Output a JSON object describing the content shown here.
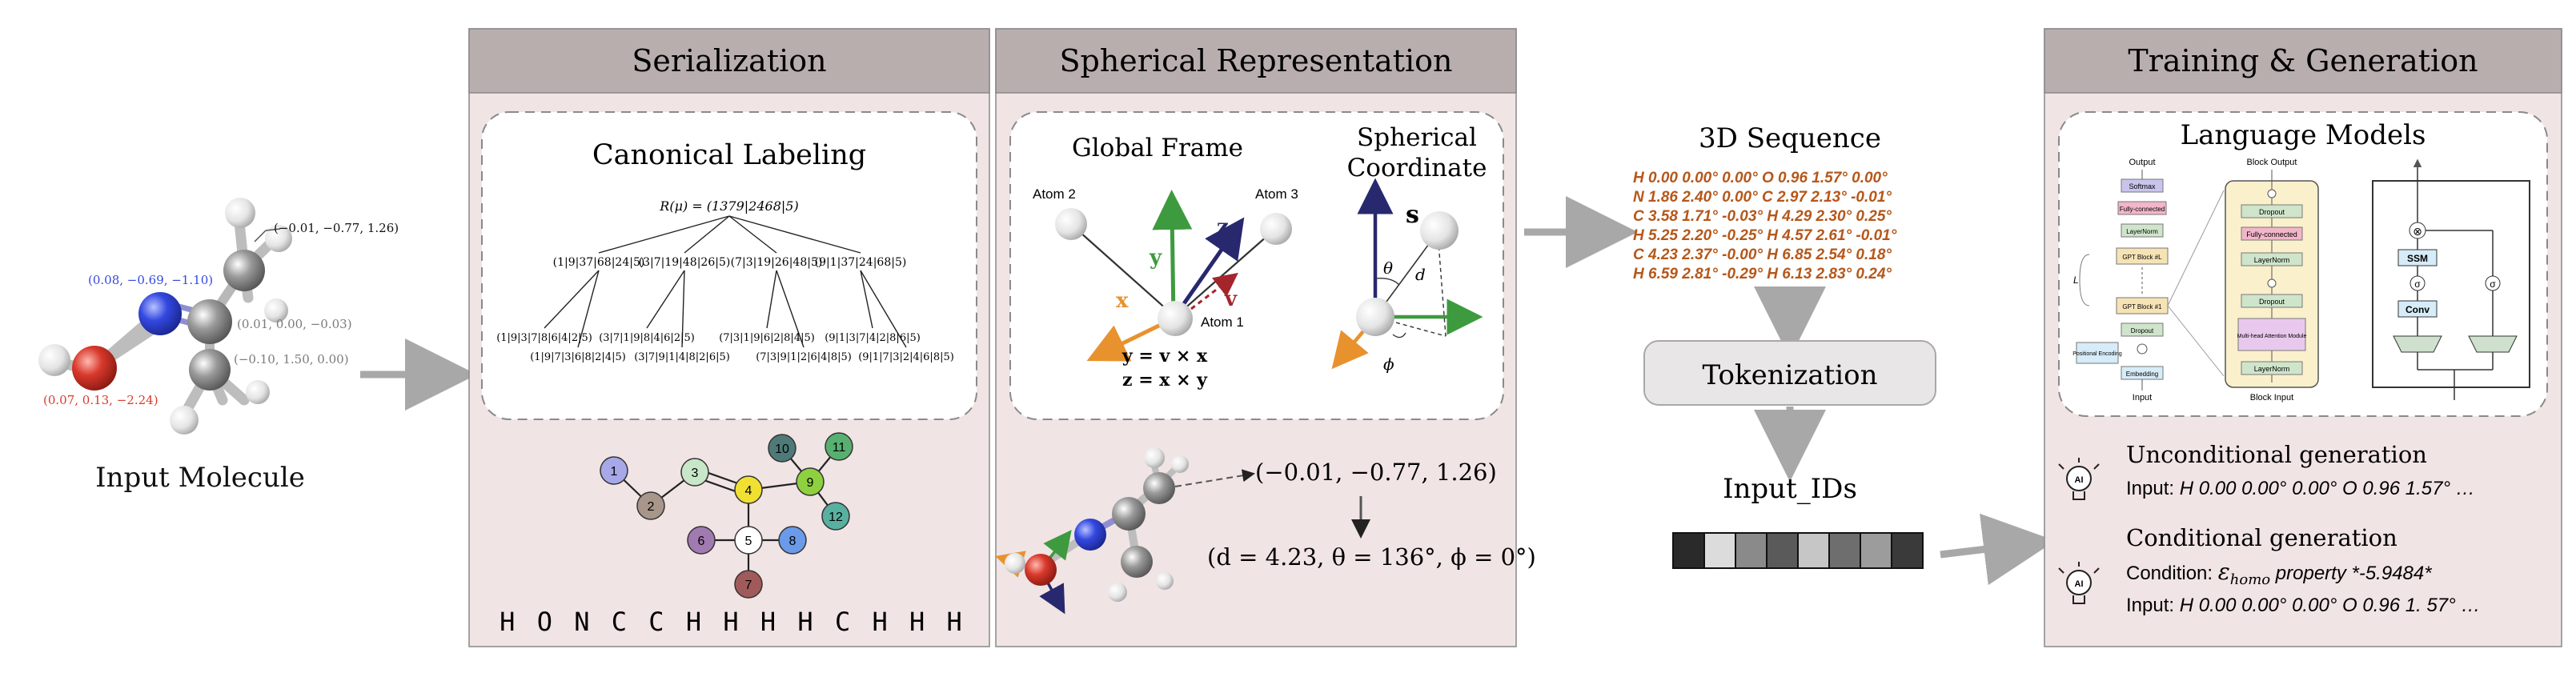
{
  "input_molecule": {
    "title": "Input Molecule",
    "coord_1": "(−0.01, −0.77, 1.26)",
    "coord_2": "(0.08, −0.69, −1.10)",
    "coord_3": "(0.01, 0.00, −0.03)",
    "coord_4": "(−0.10, 1.50, 0.00)",
    "coord_5": "(0.07, 0.13, −2.24)"
  },
  "serialization": {
    "header": "Serialization",
    "canonical_title": "Canonical Labeling",
    "root": "R(μ) = (1379|2468|5)",
    "level1": [
      "(1|9|37|68|24|5)",
      "(3|7|19|48|26|5)",
      "(7|3|19|26|48|5)",
      "(9|1|37|24|68|5)"
    ],
    "level2": [
      "(1|9|3|7|8|6|4|2|5)",
      "(1|9|7|3|6|8|2|4|5)",
      "(3|7|1|9|8|4|6|2|5)",
      "(3|7|9|1|4|8|2|6|5)",
      "(7|3|1|9|6|2|8|4|5)",
      "(7|3|9|1|2|6|4|8|5)",
      "(9|1|3|7|4|2|8|6|5)",
      "(9|1|7|3|2|4|6|8|5)"
    ],
    "nodes": [
      "1",
      "2",
      "3",
      "4",
      "5",
      "6",
      "7",
      "8",
      "9",
      "10",
      "11",
      "12"
    ],
    "atom_sequence": "H O N C C H H H H C H H H"
  },
  "spherical": {
    "header": "Spherical Representation",
    "global_frame_title": "Global Frame",
    "spherical_title_1": "Spherical",
    "spherical_title_2": "Coordinate",
    "atom2": "Atom 2",
    "atom3": "Atom 3",
    "atom1": "Atom 1",
    "axis_x": "x",
    "axis_y": "y",
    "axis_z": "z",
    "axis_v": "v",
    "eq1": "y = v × x",
    "eq2": "z = x × y",
    "s_label": "s",
    "theta": "θ",
    "d": "d",
    "phi": "ϕ",
    "cartesian": "(−0.01, −0.77, 1.26)",
    "spherical_coord": "(d = 4.23, θ = 136°, ϕ = 0°)"
  },
  "sequence": {
    "title": "3D Sequence",
    "lines": [
      "H 0.00 0.00° 0.00° O 0.96 1.57° 0.00°",
      "N 1.86 2.40° 0.00° C 2.97 2.13° -0.01°",
      "C 3.58 1.71° -0.03° H 4.29 2.30° 0.25°",
      "H 5.25 2.20° -0.25° H 4.57 2.61° -0.01°",
      "C 4.23 2.37° -0.00° H 6.85 2.54° 0.18°",
      "H 6.59 2.81° -0.29° H 6.13 2.83° 0.24°"
    ],
    "tokenization": "Tokenization",
    "input_ids": "Input_IDs"
  },
  "training": {
    "header": "Training & Generation",
    "lm_title": "Language Models",
    "arch": {
      "output": "Output",
      "softmax": "Softmax",
      "fully_connected": "Fully-connected",
      "layernorm": "LayerNorm",
      "gpt_block_l": "GPT Block #L",
      "gpt_block_1": "GPT Block #1",
      "dropout": "Dropout",
      "positional_encoding": "Positional Encoding",
      "embedding": "Embedding",
      "input": "Input",
      "l_label": "L",
      "block_output": "Block Output",
      "block_input": "Block Input",
      "mha": "Multi-head Attention Module",
      "ssm": "SSM",
      "conv": "Conv",
      "sigma": "σ",
      "times": "⊗"
    },
    "unconditional_title": "Unconditional generation",
    "unconditional_prefix": "Input: ",
    "unconditional_value": "H 0.00 0.00° 0.00° O 0.96 1.57° …",
    "conditional_title": "Conditional generation",
    "condition_prefix": "Condition: ",
    "condition_symbol": "ε",
    "condition_sub": "homo",
    "condition_value": " property *-5.9484*",
    "conditional_prefix": "Input: ",
    "conditional_value": "H 0.00 0.00° 0.00° O 0.96 1. 57° …",
    "ai_label": "AI"
  },
  "colors": {
    "panel_bg": "#f1e4e4",
    "header_bg": "#b9aeae",
    "arrow": "#a8a8a8",
    "sequence_text": "#b5571a",
    "x_axis": "#e8922e",
    "y_axis": "#3e9a3e",
    "z_axis": "#27286e",
    "v_axis": "#a4262c",
    "nitrogen": "#3349e0",
    "oxygen": "#d9392c",
    "carbon": "#8e8e8e",
    "hydrogen": "#e8e8e8"
  },
  "token_shades": [
    "#2a2a2a",
    "#dcdcdc",
    "#8a8a8a",
    "#5a5a5a",
    "#c6c6c6",
    "#6e6e6e",
    "#9c9c9c",
    "#3a3a3a"
  ]
}
